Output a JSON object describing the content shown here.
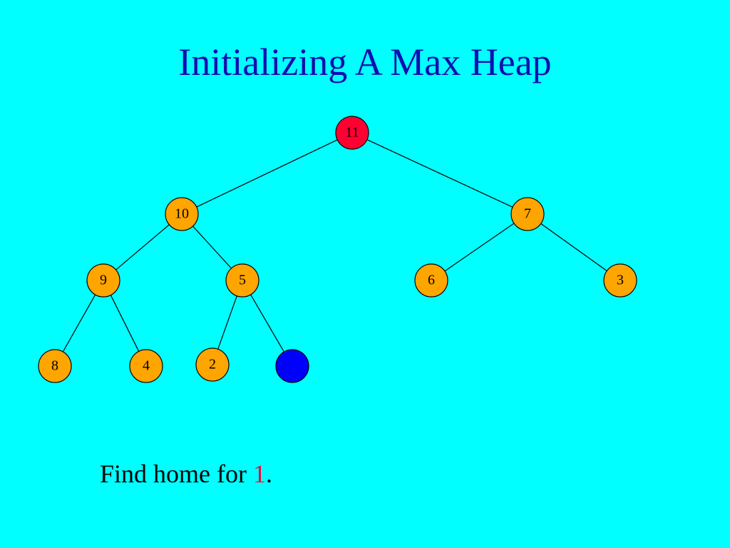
{
  "title": "Initializing A Max Heap",
  "caption": {
    "prefix": "Find home for ",
    "value": "1",
    "suffix": "."
  },
  "colors": {
    "background": "#00ffff",
    "title": "#1010b0",
    "node_default": "#ffa500",
    "node_root": "#ff0033",
    "node_empty": "#0000ff",
    "highlight_value": "#ff0033"
  },
  "tree": {
    "nodes": [
      {
        "id": "n0",
        "label": "11",
        "state": "root"
      },
      {
        "id": "n1",
        "label": "10",
        "state": "default"
      },
      {
        "id": "n2",
        "label": "7",
        "state": "default"
      },
      {
        "id": "n3",
        "label": "9",
        "state": "default"
      },
      {
        "id": "n4",
        "label": "5",
        "state": "default"
      },
      {
        "id": "n5",
        "label": "6",
        "state": "default"
      },
      {
        "id": "n6",
        "label": "3",
        "state": "default"
      },
      {
        "id": "n7",
        "label": "8",
        "state": "default"
      },
      {
        "id": "n8",
        "label": "4",
        "state": "default"
      },
      {
        "id": "n9",
        "label": "2",
        "state": "default"
      },
      {
        "id": "n10",
        "label": "",
        "state": "empty"
      }
    ],
    "edges": [
      [
        "n0",
        "n1"
      ],
      [
        "n0",
        "n2"
      ],
      [
        "n1",
        "n3"
      ],
      [
        "n1",
        "n4"
      ],
      [
        "n2",
        "n5"
      ],
      [
        "n2",
        "n6"
      ],
      [
        "n3",
        "n7"
      ],
      [
        "n3",
        "n8"
      ],
      [
        "n4",
        "n9"
      ],
      [
        "n4",
        "n10"
      ]
    ]
  }
}
